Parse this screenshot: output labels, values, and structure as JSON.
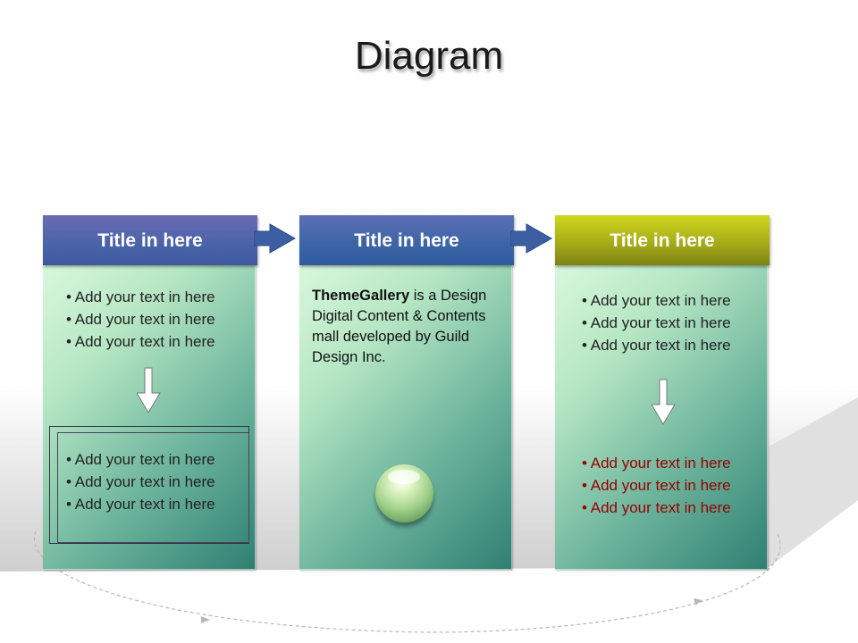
{
  "title": "Diagram",
  "steps": [
    {
      "header": "Title in here",
      "items_top": [
        "Add your text in here",
        "Add your text in here",
        "Add your text in here"
      ],
      "items_bottom": [
        "Add your text in here",
        "Add your text in here",
        "Add your text in here"
      ]
    },
    {
      "header": "Title in here",
      "brand": "ThemeGallery",
      "text": " is a Design Digital Content & Contents mall developed by Guild Design Inc."
    },
    {
      "header": "Title in here",
      "items_top": [
        "Add your text in here",
        "Add your text in here",
        "Add your text in here"
      ],
      "items_bottom": [
        "Add your text in here",
        "Add your text in here",
        "Add your text in here"
      ]
    }
  ],
  "colors": {
    "header_blue": "#4a63a8",
    "header_olive": "#a7ad19",
    "highlight_text": "#990000"
  },
  "icons": [
    "arrow-right-icon",
    "arrow-down-icon",
    "sphere-icon"
  ]
}
